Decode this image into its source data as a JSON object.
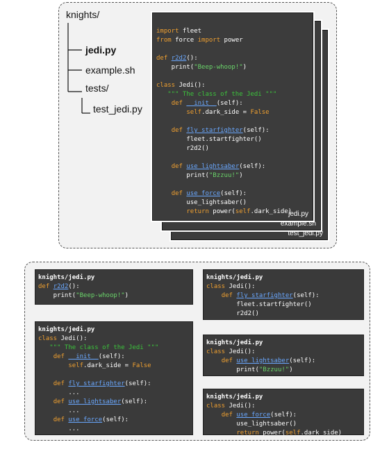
{
  "tree": {
    "root": "knights/",
    "items": [
      "jedi.py",
      "example.sh",
      "tests/",
      "test_jedi.py"
    ]
  },
  "stack_files": [
    "jedi.py",
    "example.sh",
    "test_jedi.py"
  ],
  "main_code": [
    [
      {
        "t": "import",
        "c": "kw"
      },
      {
        "t": " fleet"
      }
    ],
    [
      {
        "t": "from",
        "c": "kw"
      },
      {
        "t": " force "
      },
      {
        "t": "import",
        "c": "kw"
      },
      {
        "t": " power"
      }
    ],
    [],
    [
      {
        "t": "def",
        "c": "kw"
      },
      {
        "t": " "
      },
      {
        "t": "r2d2",
        "c": "fn"
      },
      {
        "t": "():"
      }
    ],
    [
      {
        "t": "    print("
      },
      {
        "t": "\"Beep-whoop!\"",
        "c": "st"
      },
      {
        "t": ")"
      }
    ],
    [],
    [
      {
        "t": "class",
        "c": "kw"
      },
      {
        "t": " Jedi():"
      }
    ],
    [
      {
        "t": "   \"\"\" The class of the Jedi \"\"\"",
        "c": "cm"
      }
    ],
    [
      {
        "t": "    "
      },
      {
        "t": "def",
        "c": "kw"
      },
      {
        "t": " "
      },
      {
        "t": "__init__",
        "c": "fn"
      },
      {
        "t": "(self):"
      }
    ],
    [
      {
        "t": "        "
      },
      {
        "t": "self",
        "c": "kw"
      },
      {
        "t": ".dark_side = "
      },
      {
        "t": "False",
        "c": "kw"
      }
    ],
    [],
    [
      {
        "t": "    "
      },
      {
        "t": "def",
        "c": "kw"
      },
      {
        "t": " "
      },
      {
        "t": "fly_starfighter",
        "c": "fn"
      },
      {
        "t": "(self):"
      }
    ],
    [
      {
        "t": "        fleet.startfighter()"
      }
    ],
    [
      {
        "t": "        r2d2()"
      }
    ],
    [],
    [
      {
        "t": "    "
      },
      {
        "t": "def",
        "c": "kw"
      },
      {
        "t": " "
      },
      {
        "t": "use_lightsaber",
        "c": "fn"
      },
      {
        "t": "(self):"
      }
    ],
    [
      {
        "t": "        print("
      },
      {
        "t": "\"Bzzuu!\"",
        "c": "st"
      },
      {
        "t": ")"
      }
    ],
    [],
    [
      {
        "t": "    "
      },
      {
        "t": "def",
        "c": "kw"
      },
      {
        "t": " "
      },
      {
        "t": "use_force",
        "c": "fn"
      },
      {
        "t": "(self):"
      }
    ],
    [
      {
        "t": "        use_lightsaber()"
      }
    ],
    [
      {
        "t": "        "
      },
      {
        "t": "return",
        "c": "kw"
      },
      {
        "t": " power("
      },
      {
        "t": "self",
        "c": "kw"
      },
      {
        "t": ".dark_side)"
      }
    ]
  ],
  "cards": [
    {
      "name": "card-r2d2",
      "lines": [
        [
          {
            "t": "knights/jedi.py",
            "c": "b"
          }
        ],
        [
          {
            "t": "def",
            "c": "kw"
          },
          {
            "t": " "
          },
          {
            "t": "r2d2",
            "c": "fn"
          },
          {
            "t": "():"
          }
        ],
        [
          {
            "t": "    print("
          },
          {
            "t": "\"Beep-whoop!\"",
            "c": "st"
          },
          {
            "t": ")"
          }
        ]
      ]
    },
    {
      "name": "card-jedi-overview",
      "lines": [
        [
          {
            "t": "knights/jedi.py",
            "c": "b"
          }
        ],
        [
          {
            "t": "class",
            "c": "kw"
          },
          {
            "t": " Jedi():"
          }
        ],
        [
          {
            "t": "   \"\"\" The class of the Jedi \"\"\"",
            "c": "cm"
          }
        ],
        [
          {
            "t": "    "
          },
          {
            "t": "def",
            "c": "kw"
          },
          {
            "t": " "
          },
          {
            "t": "__init__",
            "c": "fn"
          },
          {
            "t": "(self):"
          }
        ],
        [
          {
            "t": "        "
          },
          {
            "t": "self",
            "c": "kw"
          },
          {
            "t": ".dark_side = "
          },
          {
            "t": "False",
            "c": "kw"
          }
        ],
        [],
        [
          {
            "t": "    "
          },
          {
            "t": "def",
            "c": "kw"
          },
          {
            "t": " "
          },
          {
            "t": "fly_starfighter",
            "c": "fn"
          },
          {
            "t": "(self):"
          }
        ],
        [
          {
            "t": "        ..."
          }
        ],
        [
          {
            "t": "    "
          },
          {
            "t": "def",
            "c": "kw"
          },
          {
            "t": " "
          },
          {
            "t": "use_lightsaber",
            "c": "fn"
          },
          {
            "t": "(self):"
          }
        ],
        [
          {
            "t": "        ..."
          }
        ],
        [
          {
            "t": "    "
          },
          {
            "t": "def",
            "c": "kw"
          },
          {
            "t": " "
          },
          {
            "t": "use_force",
            "c": "fn"
          },
          {
            "t": "(self):"
          }
        ],
        [
          {
            "t": "        ..."
          }
        ]
      ]
    },
    {
      "name": "card-fly-starfighter",
      "lines": [
        [
          {
            "t": "knights/jedi.py",
            "c": "b"
          }
        ],
        [
          {
            "t": "class",
            "c": "kw"
          },
          {
            "t": " Jedi():"
          }
        ],
        [
          {
            "t": "    "
          },
          {
            "t": "def",
            "c": "kw"
          },
          {
            "t": " "
          },
          {
            "t": "fly_starfighter",
            "c": "fn"
          },
          {
            "t": "(self):"
          }
        ],
        [
          {
            "t": "        fleet.startfighter()"
          }
        ],
        [
          {
            "t": "        r2d2()"
          }
        ]
      ]
    },
    {
      "name": "card-use-lightsaber",
      "lines": [
        [
          {
            "t": "knights/jedi.py",
            "c": "b"
          }
        ],
        [
          {
            "t": "class",
            "c": "kw"
          },
          {
            "t": " Jedi():"
          }
        ],
        [
          {
            "t": "    "
          },
          {
            "t": "def",
            "c": "kw"
          },
          {
            "t": " "
          },
          {
            "t": "use_lightsaber",
            "c": "fn"
          },
          {
            "t": "(self):"
          }
        ],
        [
          {
            "t": "        print("
          },
          {
            "t": "\"Bzzuu!\"",
            "c": "st"
          },
          {
            "t": ")"
          }
        ]
      ]
    },
    {
      "name": "card-use-force",
      "lines": [
        [
          {
            "t": "knights/jedi.py",
            "c": "b"
          }
        ],
        [
          {
            "t": "class",
            "c": "kw"
          },
          {
            "t": " Jedi():"
          }
        ],
        [
          {
            "t": "    "
          },
          {
            "t": "def",
            "c": "kw"
          },
          {
            "t": " "
          },
          {
            "t": "use_force",
            "c": "fn"
          },
          {
            "t": "(self):"
          }
        ],
        [
          {
            "t": "        use_lightsaber()"
          }
        ],
        [
          {
            "t": "        "
          },
          {
            "t": "return",
            "c": "kw"
          },
          {
            "t": " power("
          },
          {
            "t": "self",
            "c": "kw"
          },
          {
            "t": ".dark_side)"
          }
        ]
      ]
    }
  ],
  "colors": {
    "keyword": "#f0a030",
    "function": "#6aa8ff",
    "comment": "#3cc43c",
    "panel": "#3c3c3c"
  }
}
